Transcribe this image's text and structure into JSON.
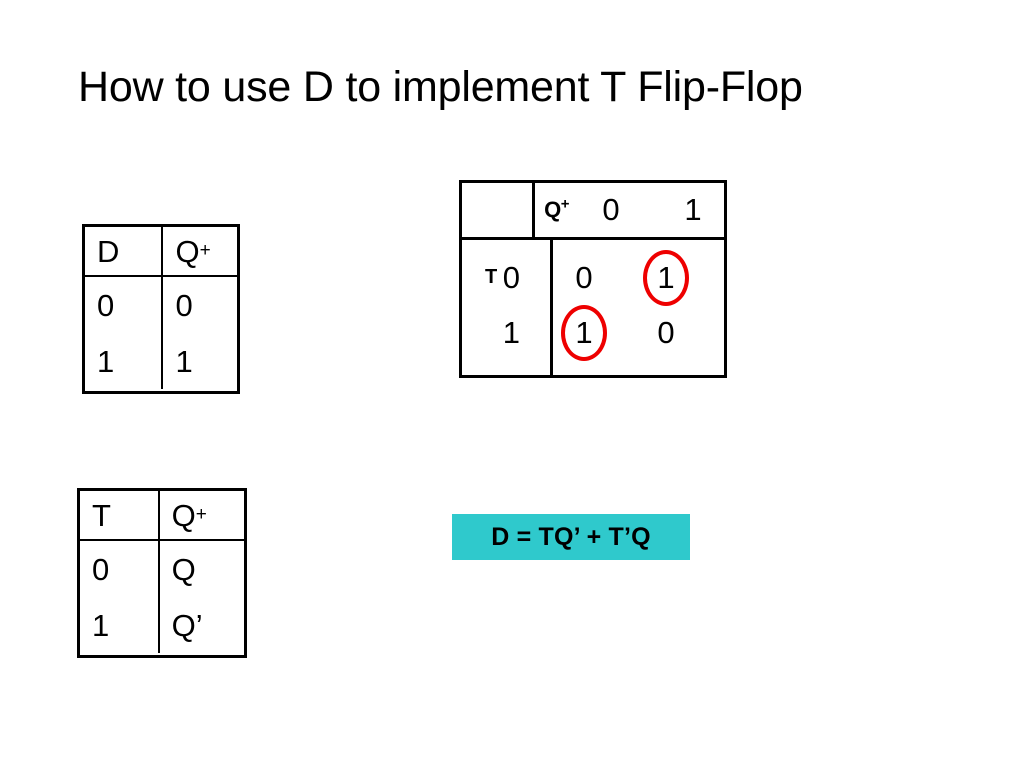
{
  "slide": {
    "title": "How to use D to implement T Flip-Flop",
    "background_color": "#ffffff",
    "text_color": "#000000"
  },
  "d_table": {
    "name": "D flip-flop characteristic table",
    "headers": [
      "D",
      "Q",
      "+"
    ],
    "header_col_0": "D",
    "header_col_1_base": "Q",
    "header_col_1_sup": "+",
    "rows": [
      {
        "d": "0",
        "q_next": "0"
      },
      {
        "d": "1",
        "q_next": "1"
      }
    ]
  },
  "t_table": {
    "name": "T flip-flop characteristic table",
    "header_col_0": "T",
    "header_col_1_base": "Q",
    "header_col_1_sup": "+",
    "rows": [
      {
        "t": "0",
        "q_next": "Q"
      },
      {
        "t": "1",
        "q_next": "Q’"
      }
    ]
  },
  "kmap": {
    "name": "T flip-flop excitation K-map",
    "column_label_base": "Q",
    "column_label_sup": "+",
    "column_headers": [
      "0",
      "1"
    ],
    "row_label": "T",
    "row_headers": [
      "0",
      "1"
    ],
    "cells": [
      [
        "0",
        "1"
      ],
      [
        "1",
        "0"
      ]
    ],
    "circled_cells": [
      {
        "row": 0,
        "col": 1,
        "value": "1"
      },
      {
        "row": 1,
        "col": 0,
        "value": "1"
      }
    ],
    "circle_color": "#ee0000"
  },
  "equation": {
    "text": "D = TQ’ + T’Q",
    "highlight_color": "#2fc9cc",
    "text_color": "#000000"
  }
}
